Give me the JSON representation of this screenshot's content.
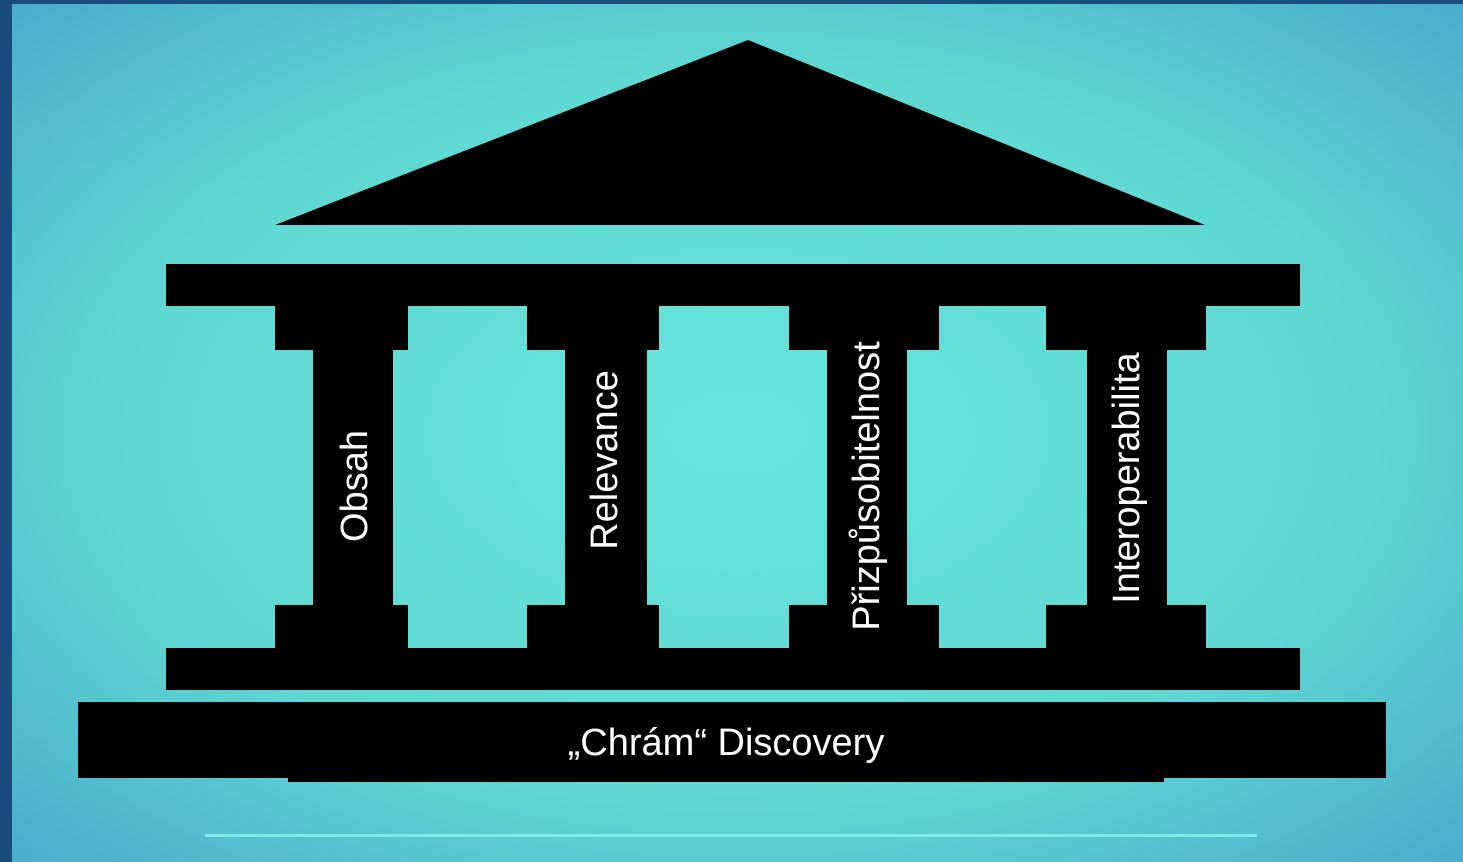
{
  "colors": {
    "background_center": "#66e0d6",
    "background_edge": "#4fb3c9",
    "frame": "#1a4d7c",
    "temple": "#000000",
    "text": "#ffffff"
  },
  "temple": {
    "pillars": [
      {
        "label": "Obsah"
      },
      {
        "label": "Relevance"
      },
      {
        "label": "Přizpůsobitelnost"
      },
      {
        "label": "Interoperabilita"
      }
    ],
    "base_label": "„Chrám“ Discovery"
  }
}
